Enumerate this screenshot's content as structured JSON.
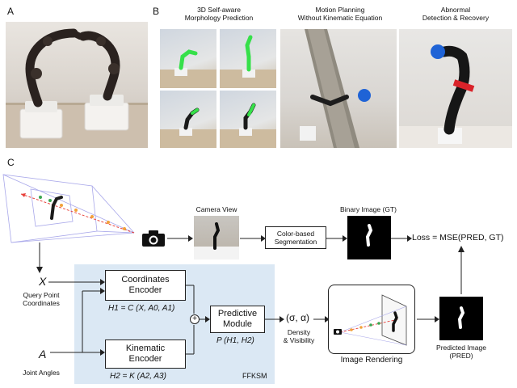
{
  "panels": {
    "a": "A",
    "b": "B",
    "c": "C"
  },
  "b_captions": {
    "self_aware": "3D Self-aware\nMorphology Prediction",
    "motion": "Motion Planning\nWithout Kinematic Equation",
    "abnormal": "Abnormal\nDetection & Recovery"
  },
  "c_labels": {
    "camera_view": "Camera View",
    "binary_image": "Binary Image (GT)",
    "segmentation": "Color-based\nSegmentation",
    "loss": "Loss = MSE(PRED, GT)",
    "x_var": "X",
    "query_point": "Query Point\nCoordinates",
    "a_var": "A",
    "joint_angles": "Joint Angles",
    "coord_encoder": "Coordinates\nEncoder",
    "h1": "H1 = C (X, A0, A1)",
    "kin_encoder": "Kinematic\nEncoder",
    "h2": "H2 = K (A2, A3)",
    "plus": "+",
    "predictive": "Predictive\nModule",
    "p_formula": "P (H1, H2)",
    "sigma_alpha": "(σ, α)",
    "density": "Density\n& Visibility",
    "image_rendering": "Image Rendering",
    "predicted_image": "Predicted Image\n(PRED)",
    "ffksm": "FFKSM"
  },
  "colors": {
    "ffksm_bg": "#dbe8f4",
    "ray_red": "#e8413b",
    "frustum": "#a9a8ea",
    "link_red": "#d9232a",
    "ball_blue": "#1f63d6"
  },
  "icons": {
    "camera": "camera-icon"
  }
}
